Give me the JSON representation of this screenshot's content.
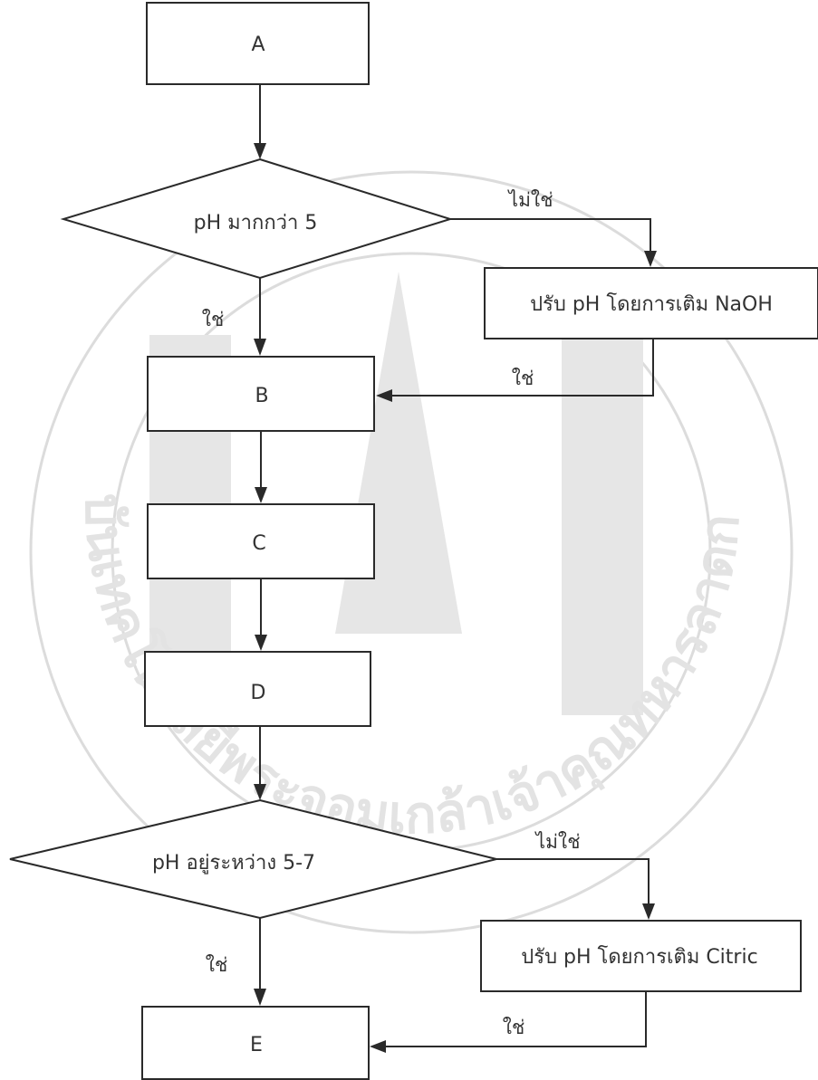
{
  "flowchart": {
    "nodes": {
      "a": "A",
      "ph_check_1": "pH มากกว่า 5",
      "adjust_naoh": "ปรับ pH โดยการเติม NaOH",
      "b": "B",
      "c": "C",
      "d": "D",
      "ph_check_2": "pH อยู่ระหว่าง 5-7",
      "adjust_citric": "ปรับ pH โดยการเติม Citric",
      "e": "E"
    },
    "edges": {
      "check1_no": "ไม่ใช่",
      "check1_yes": "ใช่",
      "naoh_to_b": "ใช่",
      "check2_no": "ไม่ใช่",
      "check2_yes": "ใช่",
      "citric_to_e": "ใช่"
    }
  },
  "watermark": {
    "text": "สถาบันเทคโนโลยีพระจอมเกล้าเจ้าคุณทหารลาดกระบัง"
  }
}
